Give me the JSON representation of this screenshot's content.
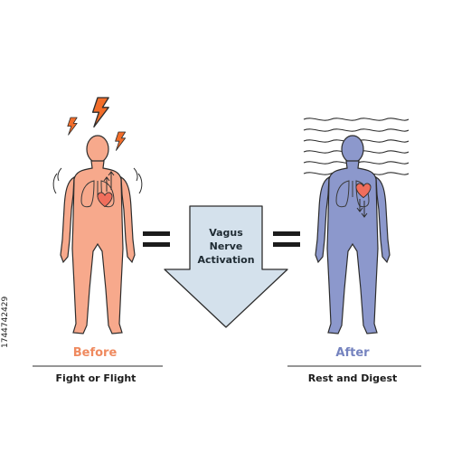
{
  "before": {
    "label": "Before",
    "caption": "Fight or Flight"
  },
  "after": {
    "label": "After",
    "caption": "Rest and Digest"
  },
  "arrow": {
    "line1": "Vagus",
    "line2": "Nerve",
    "line3": "Activation"
  },
  "stock_id": "1744742429",
  "colors": {
    "before_body": "#f7a98c",
    "after_body": "#8c98cc",
    "before_label": "#ef8a5f",
    "after_label": "#7583bf",
    "arrow_fill": "#d4e1ec",
    "bolt": "#f26d2a",
    "heart": "#f06e5c",
    "outline": "#2d2d2d"
  },
  "icons": {
    "stress": "lightning-bolt-icon",
    "calm": "wavy-lines-icon",
    "heart": "heart-icon",
    "lungs": "lungs-icon"
  }
}
